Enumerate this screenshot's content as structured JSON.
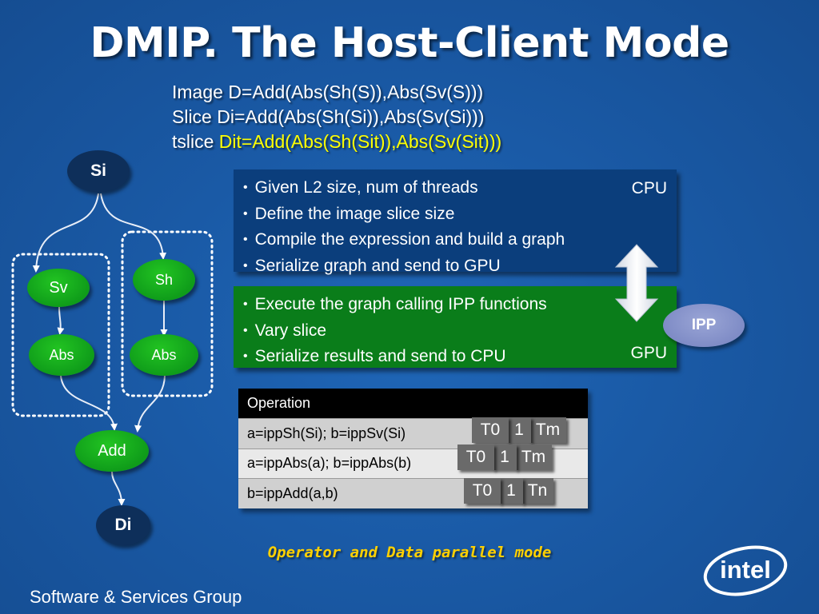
{
  "slide": {
    "title": "DMIP. The Host-Client Mode",
    "formula": {
      "line1": "Image D=Add(Abs(Sh(S)),Abs(Sv(S)))",
      "line2": "Slice Di=Add(Abs(Sh(Si)),Abs(Sv(Si)))",
      "line3_prefix": "tslice ",
      "line3_highlight": "Dit=Add(Abs(Sh(Sit)),Abs(Sv(Sit)))"
    },
    "graph": {
      "si": "Si",
      "sv": "Sv",
      "sh": "Sh",
      "abs_left": "Abs",
      "abs_right": "Abs",
      "add": "Add",
      "di": "Di"
    },
    "cpu_box": {
      "label": "CPU",
      "items": [
        "Given L2 size, num of threads",
        "Define the image slice size",
        "Compile the expression and build a graph",
        "Serialize graph and send to GPU"
      ]
    },
    "gpu_box": {
      "label": "GPU",
      "items": [
        "Execute the graph calling IPP functions",
        "Vary slice",
        "Serialize results and send to CPU"
      ]
    },
    "ipp": "IPP",
    "table": {
      "header": "Operation",
      "rows": [
        "a=ippSh(Si); b=ippSv(Si)",
        "a=ippAbs(a); b=ippAbs(b)",
        "b=ippAdd(a,b)"
      ]
    },
    "thread_chips": {
      "row1": [
        "T0",
        "1",
        "Tm"
      ],
      "row2": [
        "T0",
        "1",
        "Tm"
      ],
      "row3": [
        "T0",
        "1",
        "Tn"
      ]
    },
    "subtitle": "Operator and Data parallel mode",
    "footer": "Software & Services Group",
    "logo_text": "intel"
  },
  "colors": {
    "background": "#1a5aa6",
    "cpu_box": "#0b3e7c",
    "gpu_box": "#0a7d1a",
    "node_green": "#0f9c1a",
    "node_dark": "#0e2f5a",
    "highlight": "#ffff00",
    "subtitle": "#ffd000",
    "ipp": "#7f8cc6",
    "chip": "#6a6a6a"
  }
}
